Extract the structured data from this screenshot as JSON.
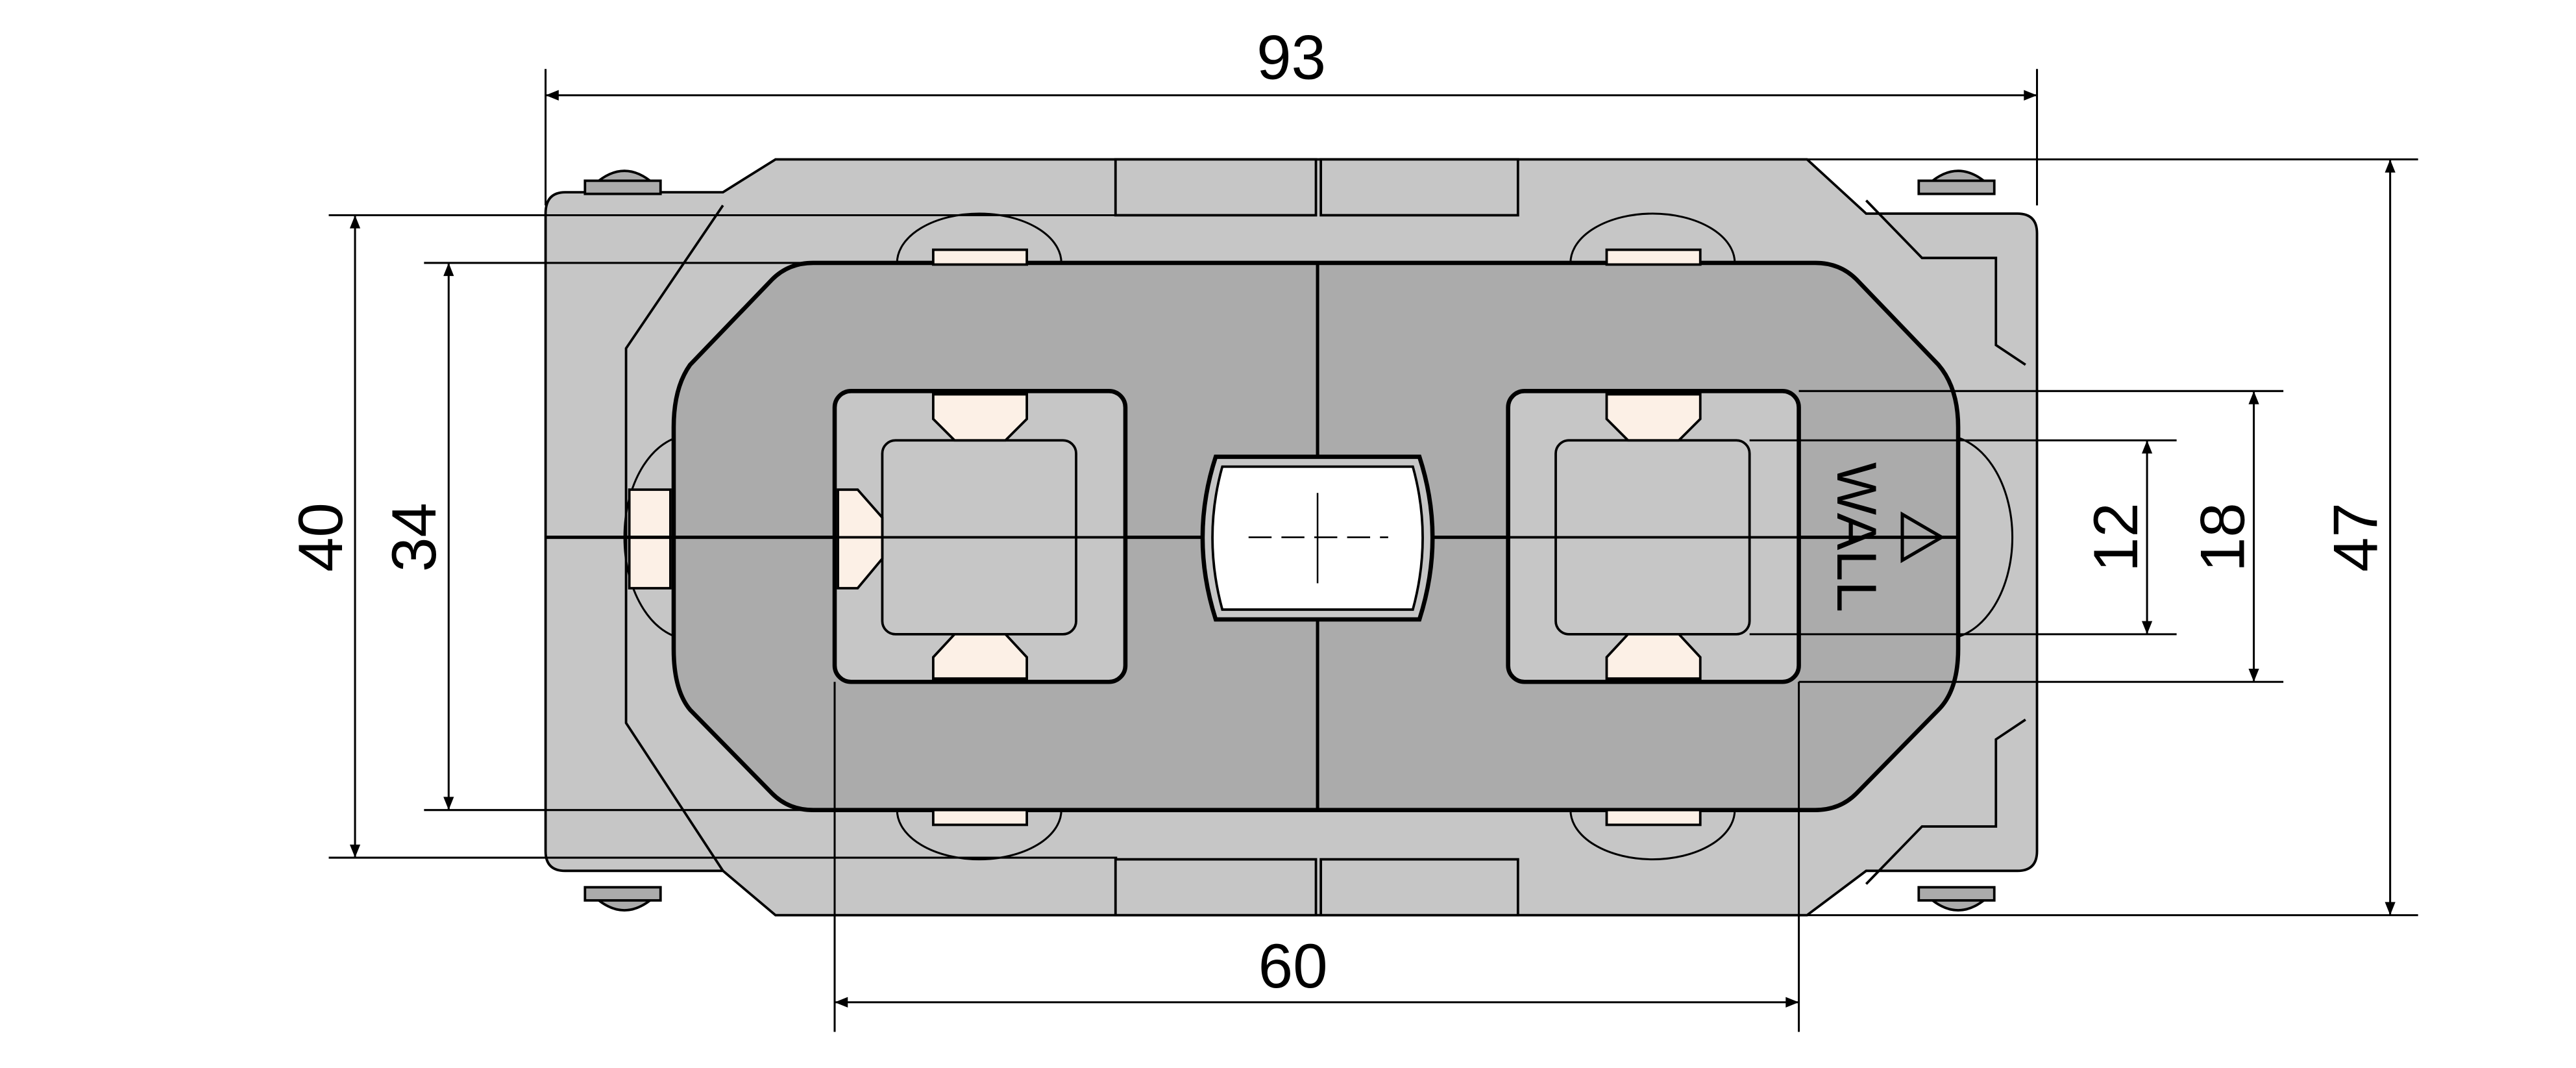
{
  "drawing": {
    "dimensions": {
      "overall_width": "93",
      "overall_height": "47",
      "outer_height": "40",
      "frame_height": "34",
      "window_height": "18",
      "inner_height": "12",
      "window_span": "60"
    },
    "marking": "WALL",
    "colors": {
      "body": "#c6c6c6",
      "frame": "#ababab",
      "insert": "#fcf0e6",
      "line": "#000000"
    }
  }
}
